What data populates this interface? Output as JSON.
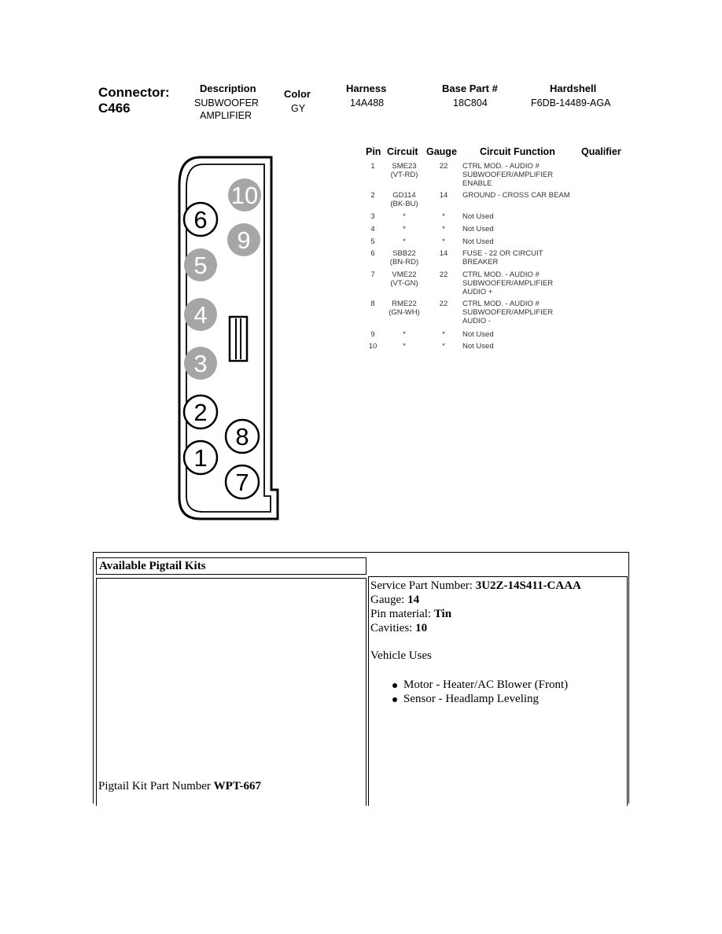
{
  "connector": {
    "label": "Connector:",
    "id": "C466",
    "description_label": "Description",
    "description_lines": [
      "SUBWOOFER",
      "AMPLIFIER"
    ],
    "color_label": "Color",
    "color": "GY",
    "harness_label": "Harness",
    "harness": "14A488",
    "base_part_label": "Base Part #",
    "base_part": "18C804",
    "hardshell_label": "Hardshell",
    "hardshell": "F6DB-14489-AGA"
  },
  "pin_table": {
    "headers": {
      "pin": "Pin",
      "circuit": "Circuit",
      "gauge": "Gauge",
      "function": "Circuit Function",
      "qualifier": "Qualifier"
    },
    "rows": [
      {
        "pin": "1",
        "circuit": [
          "SME23",
          "(VT-RD)"
        ],
        "gauge": "22",
        "function": [
          "CTRL MOD. - AUDIO #",
          "SUBWOOFER/AMPLIFIER",
          "ENABLE"
        ]
      },
      {
        "pin": "2",
        "circuit": [
          "GD114",
          "(BK-BU)"
        ],
        "gauge": "14",
        "function": [
          "GROUND - CROSS CAR BEAM"
        ]
      },
      {
        "pin": "3",
        "circuit": [
          "*"
        ],
        "gauge": "*",
        "function": [
          "Not Used"
        ]
      },
      {
        "pin": "4",
        "circuit": [
          "*"
        ],
        "gauge": "*",
        "function": [
          "Not Used"
        ]
      },
      {
        "pin": "5",
        "circuit": [
          "*"
        ],
        "gauge": "*",
        "function": [
          "Not Used"
        ]
      },
      {
        "pin": "6",
        "circuit": [
          "SBB22",
          "(BN-RD)"
        ],
        "gauge": "14",
        "function": [
          "FUSE - 22 OR CIRCUIT",
          "BREAKER"
        ]
      },
      {
        "pin": "7",
        "circuit": [
          "VME22",
          "(VT-GN)"
        ],
        "gauge": "22",
        "function": [
          "CTRL MOD. - AUDIO #",
          "SUBWOOFER/AMPLIFIER",
          "AUDIO +"
        ]
      },
      {
        "pin": "8",
        "circuit": [
          "RME22",
          "(GN-WH)"
        ],
        "gauge": "22",
        "function": [
          "CTRL MOD. - AUDIO #",
          "SUBWOOFER/AMPLIFIER",
          "AUDIO -"
        ]
      },
      {
        "pin": "9",
        "circuit": [
          "*"
        ],
        "gauge": "*",
        "function": [
          "Not Used"
        ]
      },
      {
        "pin": "10",
        "circuit": [
          "*"
        ],
        "gauge": "*",
        "function": [
          "Not Used"
        ]
      }
    ]
  },
  "diagram": {
    "pins": [
      {
        "num": "10",
        "used": false
      },
      {
        "num": "6",
        "used": true
      },
      {
        "num": "9",
        "used": false
      },
      {
        "num": "5",
        "used": false
      },
      {
        "num": "4",
        "used": false
      },
      {
        "num": "3",
        "used": false
      },
      {
        "num": "2",
        "used": true
      },
      {
        "num": "8",
        "used": true
      },
      {
        "num": "1",
        "used": true
      },
      {
        "num": "7",
        "used": true
      }
    ],
    "used_fill": "#ffffff",
    "unused_fill": "#a6a6a6"
  },
  "pigtail": {
    "header": "Available Pigtail Kits",
    "kit_part_label": "Pigtail Kit Part Number ",
    "kit_part_number": "WPT-667",
    "service_part_label": "Service Part Number: ",
    "service_part_number": "3U2Z-14S411-CAAA",
    "gauge_label": "Gauge: ",
    "gauge": "14",
    "pin_material_label": "Pin material: ",
    "pin_material": "Tin",
    "cavities_label": "Cavities: ",
    "cavities": "10",
    "vehicle_uses_label": "Vehicle Uses",
    "vehicle_uses": [
      "Motor - Heater/AC Blower (Front)",
      "Sensor - Headlamp Leveling"
    ]
  }
}
